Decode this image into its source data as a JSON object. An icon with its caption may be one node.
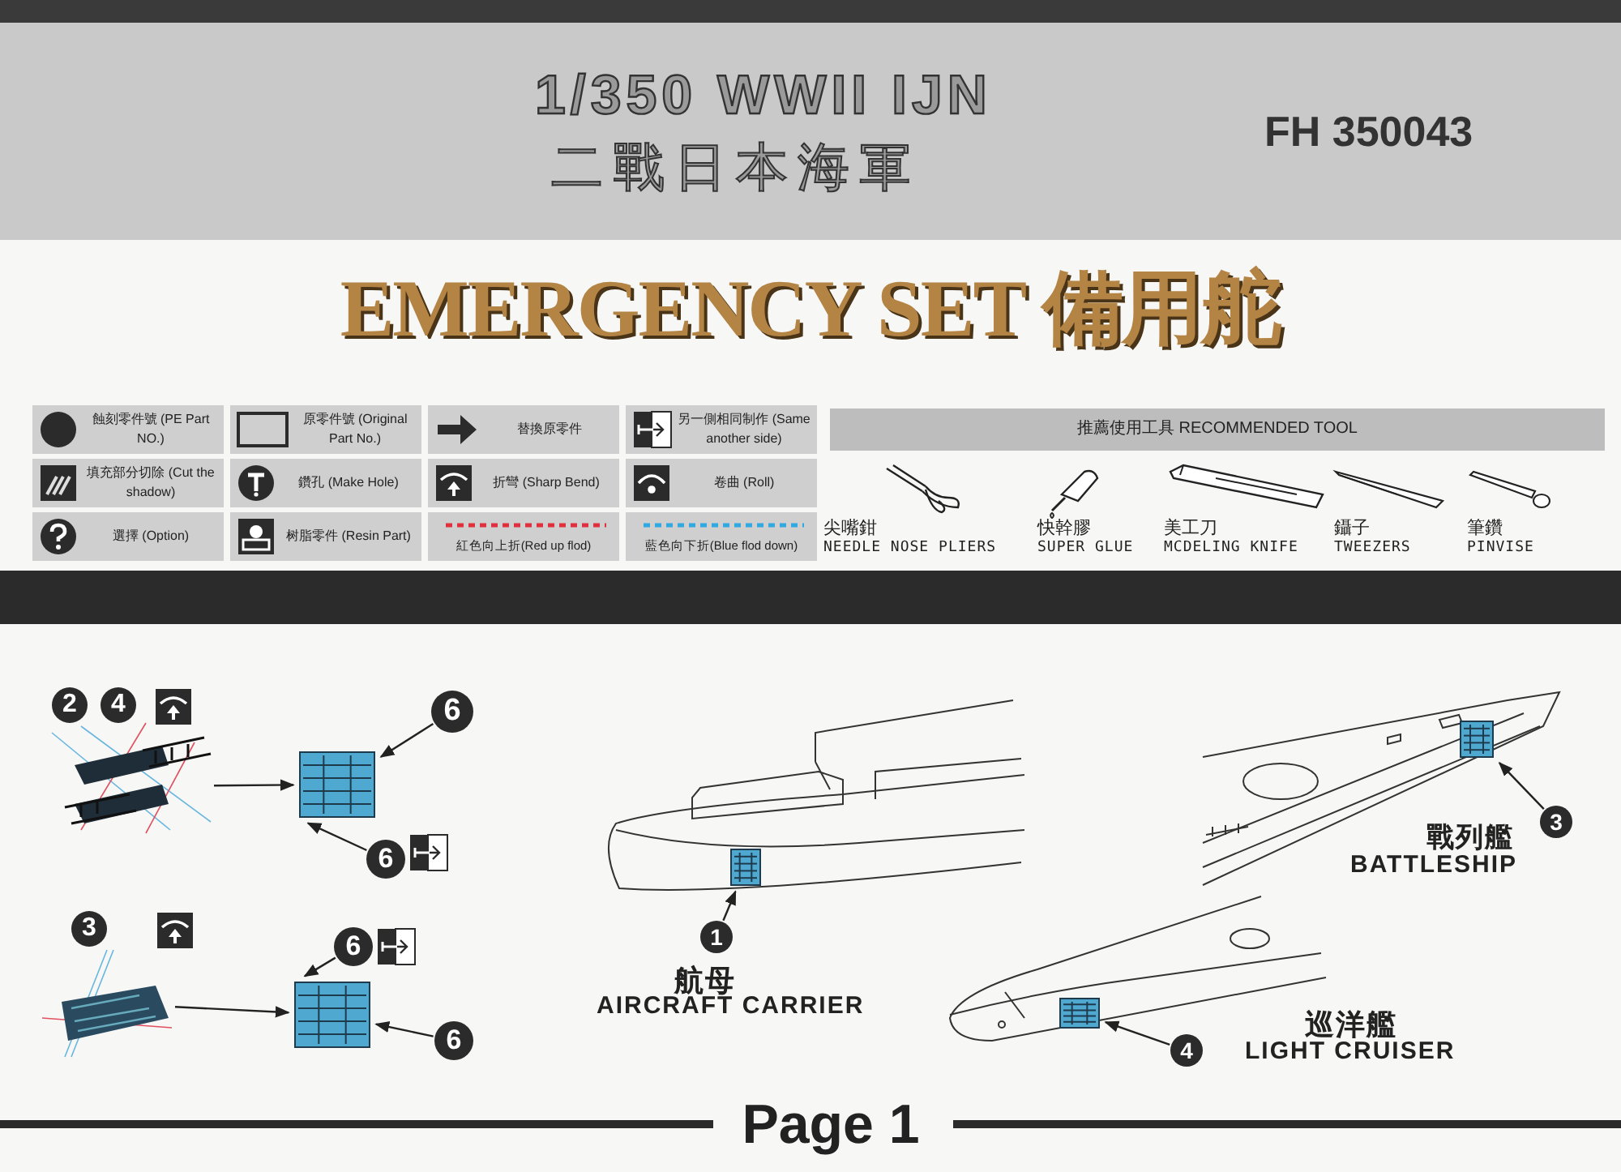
{
  "diagram": {
    "title": "EMERGENCY SET 備用舵",
    "nodes": [
      {
        "text": [],
        "shape": "picture"
      },
      {
        "text": [],
        "shape": "picture"
      },
      {
        "text": [
          "6"
        ]
      },
      {
        "text": [
          "6"
        ]
      },
      {
        "text": [],
        "shape": "picture"
      },
      {
        "text": [],
        "shape": "picture"
      },
      {
        "text": [
          "6"
        ]
      },
      {
        "text": [
          "6"
        ]
      },
      {
        "text": [],
        "shape": "picture"
      },
      {
        "text": [
          "1"
        ],
        "beside": [
          "航母",
          "AIRCRAFT CARRIER"
        ]
      },
      {
        "text": [],
        "shape": "picture"
      },
      {
        "text": [
          "3"
        ],
        "beside": [
          "戰列艦",
          "BATTLESHIP"
        ]
      },
      {
        "text": [],
        "shape": "picture"
      },
      {
        "text": [
          "4"
        ],
        "beside": [
          "巡洋艦",
          "LIGHT CRUISER"
        ]
      },
      {
        "text": [
          "2"
        ]
      },
      {
        "text": [
          "4"
        ]
      },
      {
        "text": [
          "3"
        ]
      }
    ],
    "edges": [
      {
        "from": 0,
        "to": 1,
        "arrow": "to"
      },
      {
        "from": 2,
        "to": 1,
        "arrow": "to"
      },
      {
        "from": 3,
        "to": 1,
        "arrow": "to"
      },
      {
        "from": 4,
        "to": 5,
        "arrow": "to"
      },
      {
        "from": 6,
        "to": 5,
        "arrow": "to"
      },
      {
        "from": 7,
        "to": 5,
        "arrow": "to"
      },
      {
        "from": 9,
        "to": 8,
        "arrow": "to"
      },
      {
        "from": 11,
        "to": 10,
        "arrow": "to"
      },
      {
        "from": 13,
        "to": 12,
        "arrow": "to"
      }
    ],
    "labels": [
      "1/350 WWII IJN",
      "二戰日本海軍",
      "FH 350043",
      "推薦使用工具 RECOMMENDED TOOL",
      "尖嘴鉗",
      "NEEDLE NOSE PLIERS",
      "快幹膠",
      "SUPER GLUE",
      "美工刀",
      "MCDELING KNIFE",
      "鑷子",
      "TWEEZERS",
      "筆鑽",
      "PINVISE",
      "Page 1"
    ],
    "legend": [
      {
        "text": "蝕刻零件號 (PE Part NO.)"
      },
      {
        "text": "原零件號 (Original Part No.)"
      },
      {
        "text": "替換原零件"
      },
      {
        "text": "另一側相同制作 (Same another side)"
      },
      {
        "text": "填充部分切除 (Cut the shadow)"
      },
      {
        "text": "鑽孔 (Make Hole)"
      },
      {
        "text": "折彎 (Sharp Bend)"
      },
      {
        "text": "卷曲 (Roll)"
      },
      {
        "text": "選擇 (Option)"
      },
      {
        "text": "树脂零件 (Resin Part)"
      },
      {
        "text": "紅色向上折(Red up flod)"
      },
      {
        "text": "藍色向下折(Blue flod down)"
      }
    ]
  }
}
